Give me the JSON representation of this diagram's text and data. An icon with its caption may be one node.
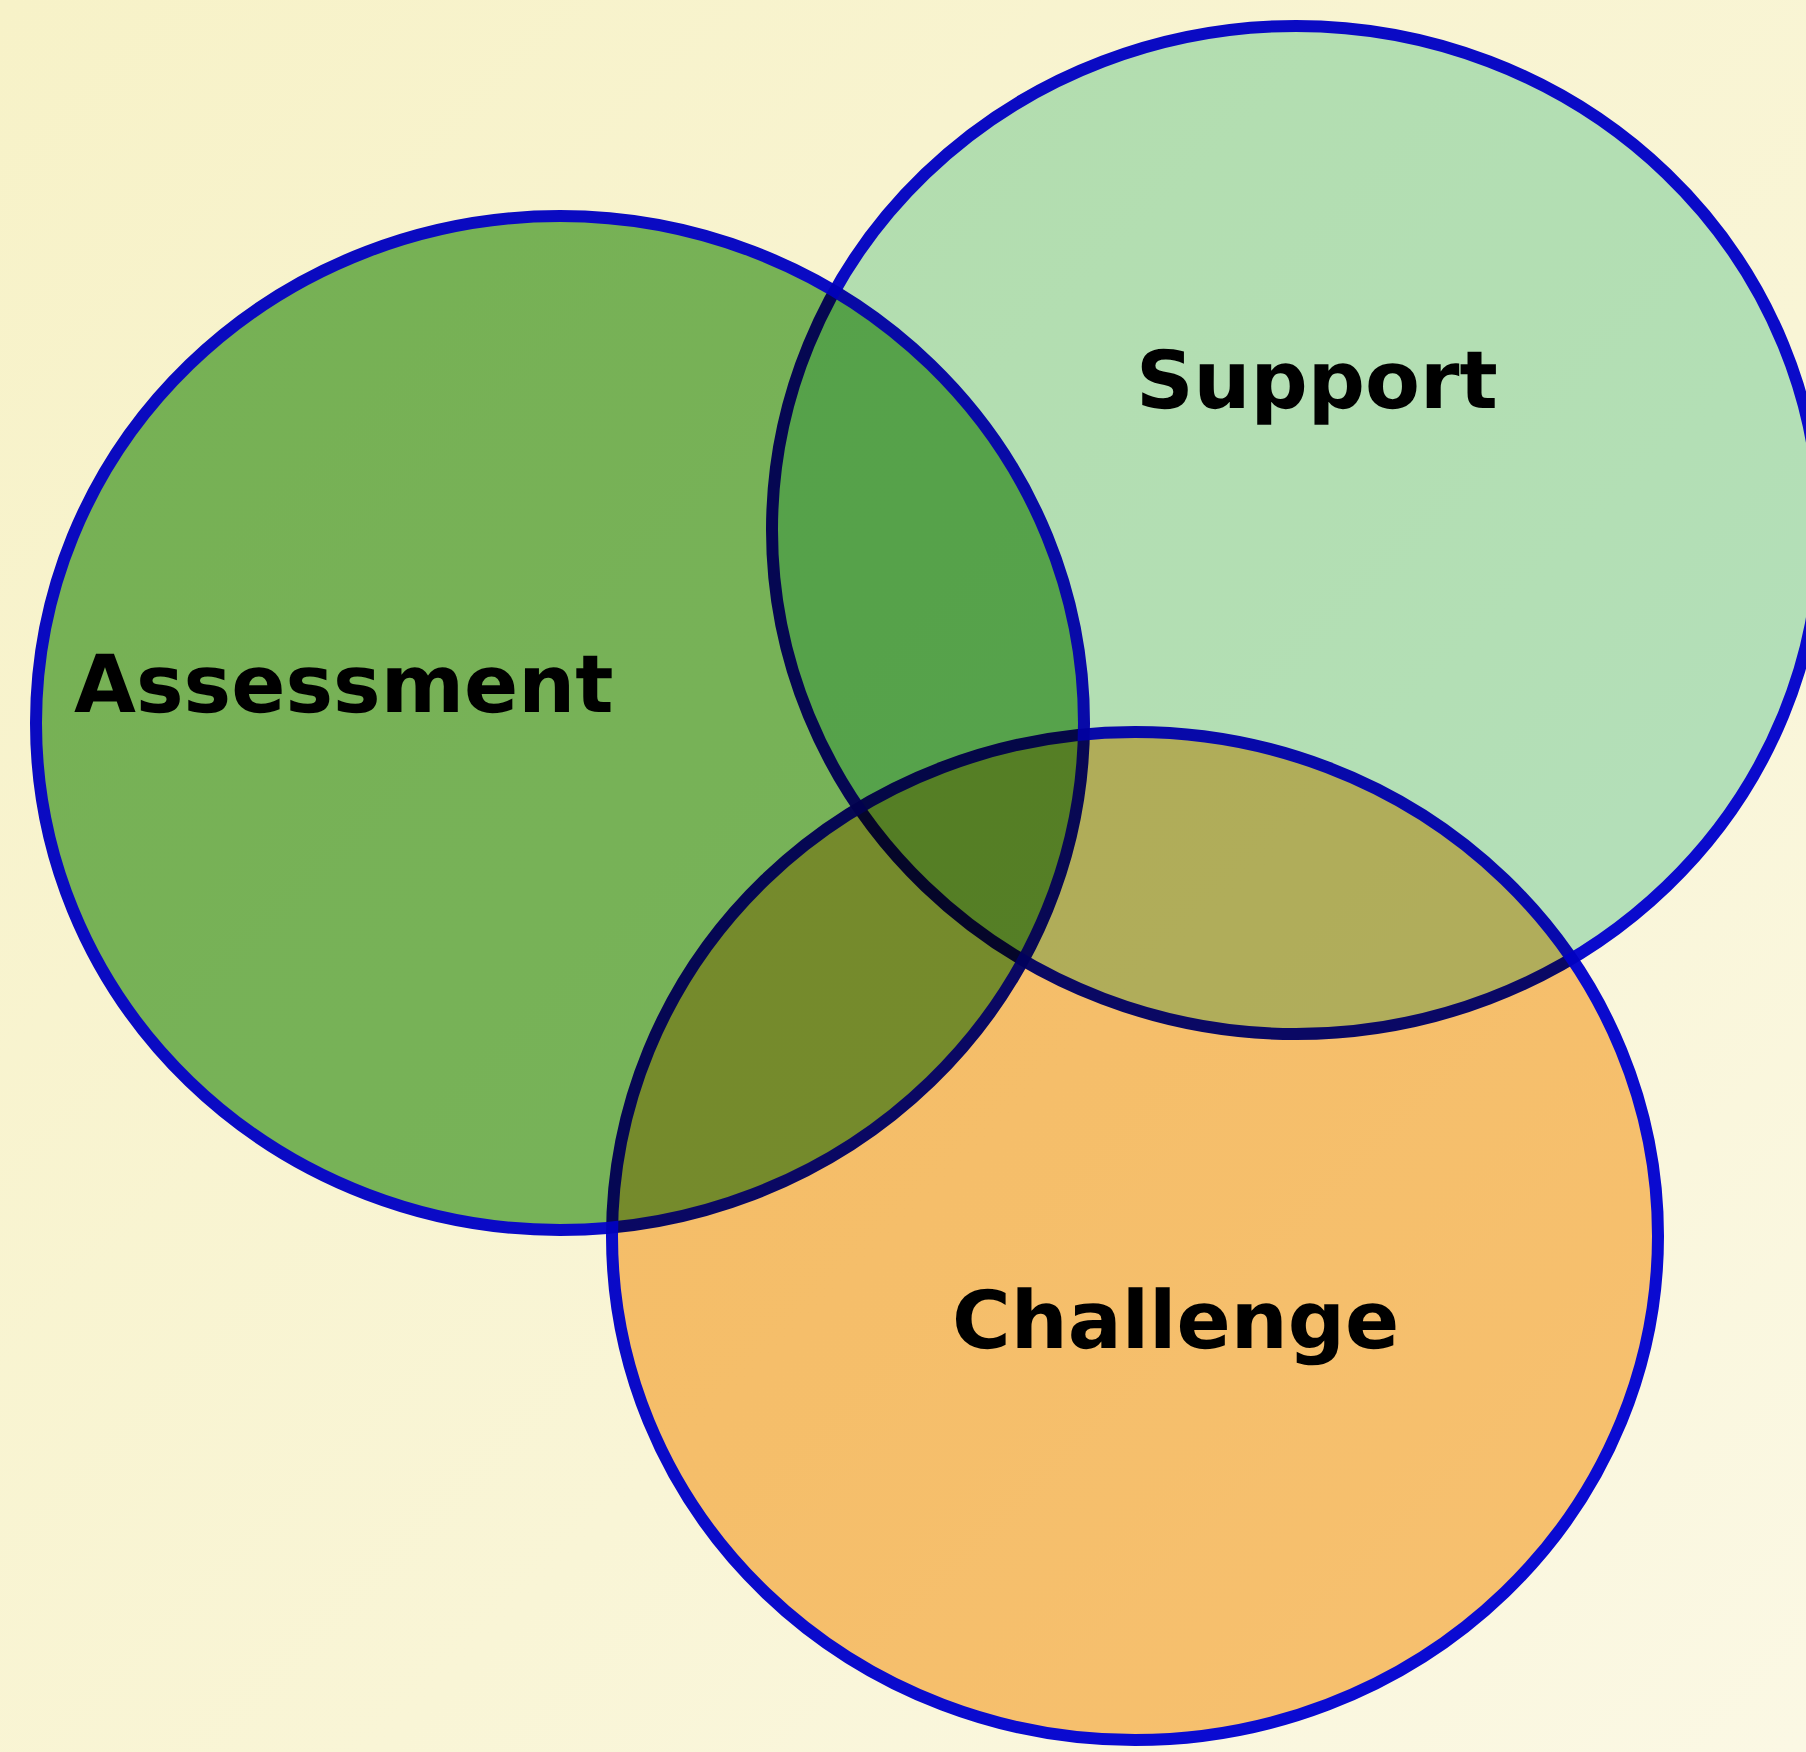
{
  "diagram": {
    "nodes": [
      {
        "text": [
          "Assessment"
        ]
      },
      {
        "text": [
          "Support"
        ]
      },
      {
        "text": [
          "Challenge"
        ]
      }
    ]
  }
}
